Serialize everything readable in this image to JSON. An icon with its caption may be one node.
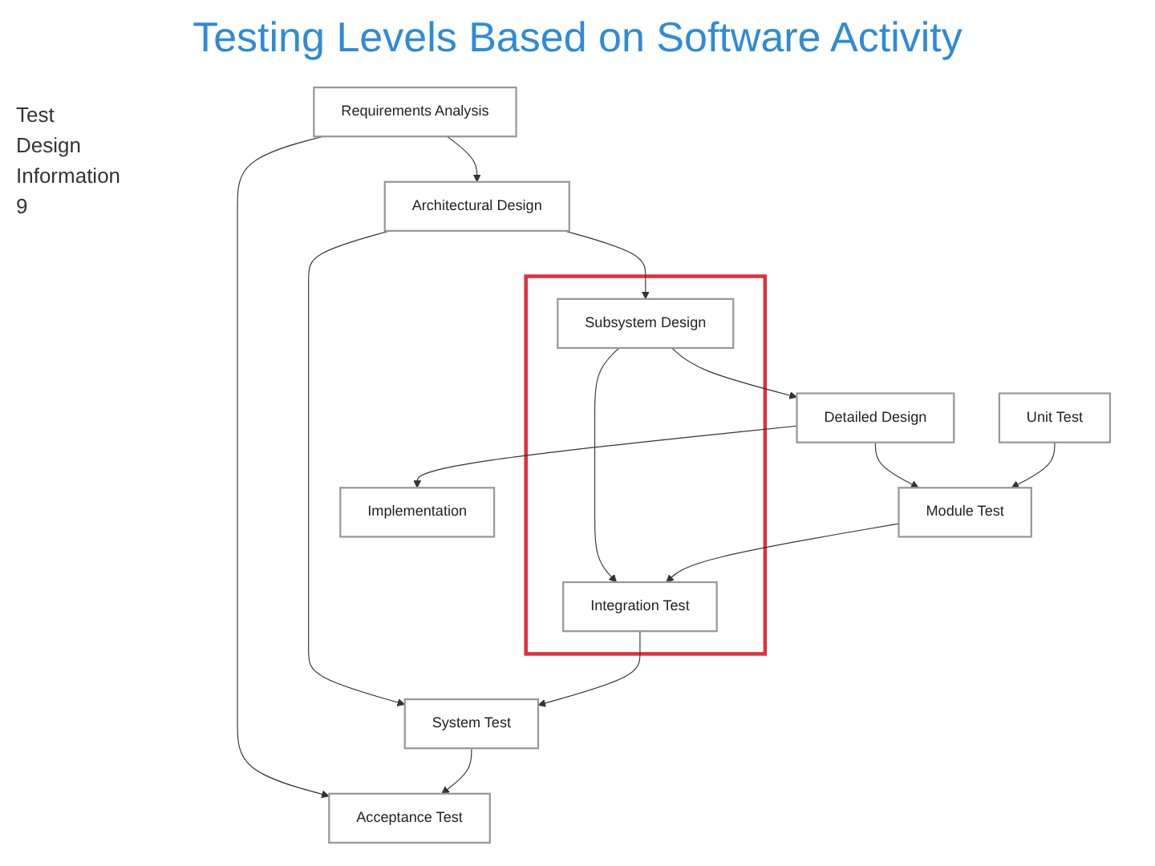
{
  "diagram": {
    "title": "Testing Levels Based on Software Activity",
    "nodes": [
      {
        "text": [
          "Requirements Analysis"
        ]
      },
      {
        "text": [
          "Acceptance Test"
        ]
      },
      {
        "text": [
          "Architectural Design"
        ]
      },
      {
        "text": [
          "System Test"
        ]
      },
      {
        "text": [],
        "shape": "box"
      },
      {
        "text": [
          "Subsystem Design"
        ],
        "in": 4
      },
      {
        "text": [
          "Integration Test"
        ],
        "in": 4
      },
      {
        "text": [
          "Detailed Design"
        ]
      },
      {
        "text": [
          "Module Test"
        ]
      },
      {
        "text": [
          "Implementation"
        ]
      },
      {
        "text": [
          "Unit Test"
        ]
      }
    ],
    "edges": [
      {
        "from": 0,
        "to": 1,
        "arrow": "to"
      },
      {
        "from": 0,
        "to": 2,
        "arrow": "to"
      },
      {
        "from": 2,
        "to": 3,
        "arrow": "to"
      },
      {
        "from": 3,
        "to": 1,
        "arrow": "to"
      },
      {
        "from": 2,
        "to": 5,
        "arrow": "to"
      },
      {
        "from": 5,
        "to": 6,
        "arrow": "to"
      },
      {
        "from": 6,
        "to": 3,
        "arrow": "to"
      },
      {
        "from": 5,
        "to": 7,
        "arrow": "to"
      },
      {
        "from": 7,
        "to": 8,
        "arrow": "to"
      },
      {
        "from": 8,
        "to": 6,
        "arrow": "to"
      },
      {
        "from": 7,
        "to": 9,
        "arrow": "to"
      },
      {
        "from": 10,
        "to": 8,
        "arrow": "to"
      }
    ],
    "labels": [
      "Test",
      "Design",
      "Information",
      "9"
    ]
  }
}
